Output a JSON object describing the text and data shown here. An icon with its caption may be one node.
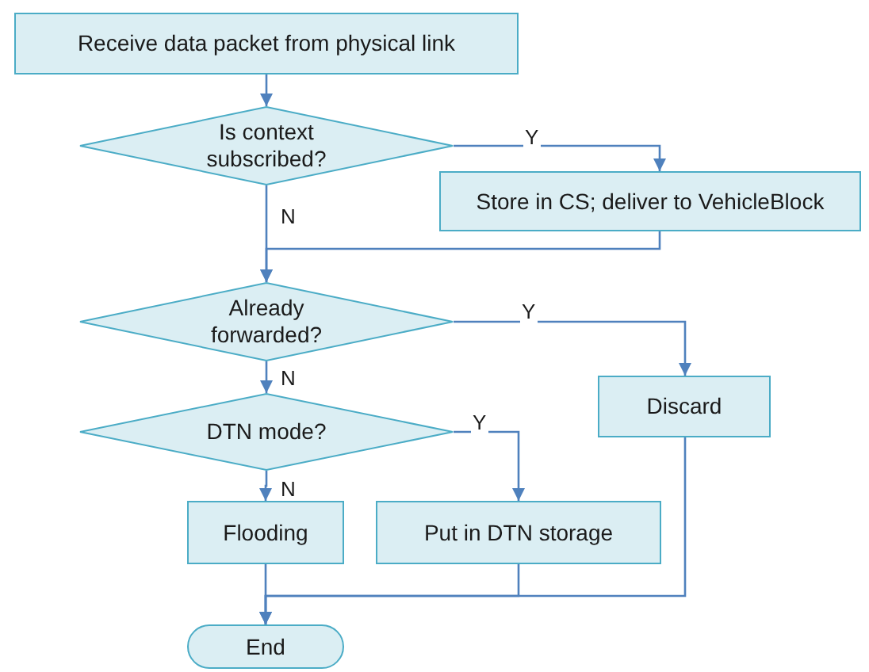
{
  "diagram": {
    "nodes": [
      {
        "text": [
          "Receive data packet from physical link"
        ]
      },
      {
        "text": [
          "Is context subscribed?"
        ]
      },
      {
        "text": [
          "Store in CS; deliver to VehicleBlock"
        ]
      },
      {
        "text": [
          "Already forwarded?"
        ]
      },
      {
        "text": [
          "Discard"
        ]
      },
      {
        "text": [
          "DTN mode?"
        ]
      },
      {
        "text": [
          "Flooding"
        ]
      },
      {
        "text": [
          "Put in DTN storage"
        ]
      },
      {
        "text": [
          "End"
        ]
      }
    ],
    "edges": [
      {
        "from": 0,
        "to": 1,
        "arrow": "to"
      },
      {
        "from": 1,
        "to": 2,
        "arrow": "to",
        "label": "Y"
      },
      {
        "from": 1,
        "to": 3,
        "arrow": "to",
        "label": "N"
      },
      {
        "from": 2,
        "to": 3,
        "arrow": "to"
      },
      {
        "from": 3,
        "to": 4,
        "arrow": "to",
        "label": "Y"
      },
      {
        "from": 3,
        "to": 5,
        "arrow": "to",
        "label": "N"
      },
      {
        "from": 5,
        "to": 7,
        "arrow": "to",
        "label": "Y"
      },
      {
        "from": 5,
        "to": 6,
        "arrow": "to",
        "label": "N"
      },
      {
        "from": 6,
        "to": 8,
        "arrow": "to"
      },
      {
        "from": 7,
        "to": 8,
        "arrow": "to"
      },
      {
        "from": 4,
        "to": 8,
        "arrow": "to"
      }
    ]
  }
}
